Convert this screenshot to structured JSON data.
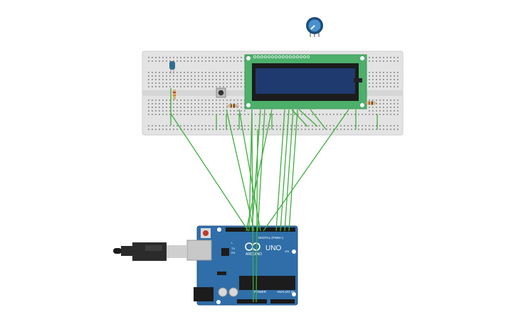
{
  "board": {
    "brand": "ARDUINO",
    "model": "UNO",
    "digital_label": "DIGITAL (PWM~)",
    "power_label": "POWER",
    "analog_label": "ANALOG IN",
    "tx_label": "TX",
    "rx_label": "RX",
    "on_label": "ON",
    "l_label": "L"
  },
  "components": {
    "lcd": "16x2 LCD display",
    "potentiometer": "potentiometer",
    "button": "pushbutton",
    "led": "LED",
    "resistors": "resistors",
    "usb": "USB cable",
    "breadboard": "breadboard"
  },
  "colors": {
    "wire": "#3fae3f",
    "board": "#2f6ea8",
    "lcd_pcb": "#4caf6a",
    "lcd_screen": "#1f3a6e",
    "breadboard": "#e3e3e3",
    "led": "#2e6f8f"
  }
}
